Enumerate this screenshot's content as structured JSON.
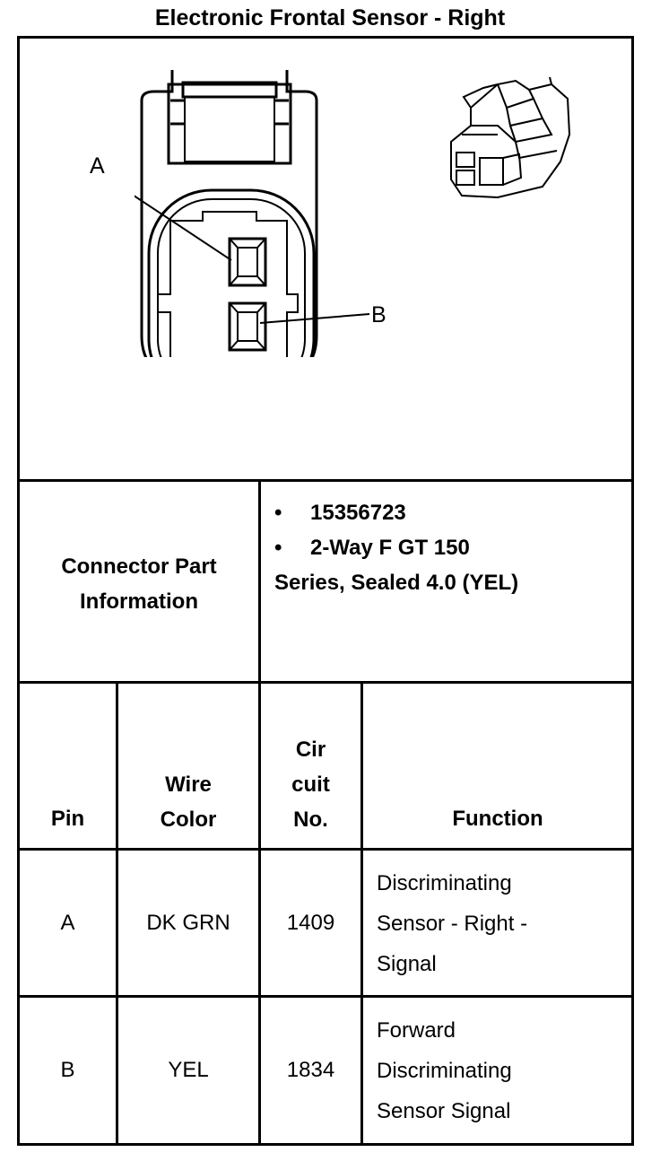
{
  "title": "Electronic Frontal Sensor - Right",
  "diagram": {
    "pin_labels": [
      "A",
      "B"
    ],
    "icons": [
      "connector-face-view",
      "connector-3d-view"
    ]
  },
  "connector_info": {
    "label_line1": "Connector Part",
    "label_line2": "Information",
    "bullet": "•",
    "part_number": "15356723",
    "desc_line1": "2-Way F GT 150",
    "desc_line2": "Series, Sealed 4.0 (YEL)"
  },
  "table": {
    "headers": {
      "pin": "Pin",
      "wire_color_line1": "Wire",
      "wire_color_line2": "Color",
      "circuit_line1": "Cir",
      "circuit_line2": "cuit",
      "circuit_line3": "No.",
      "function": "Function"
    },
    "rows": [
      {
        "pin": "A",
        "wire_color": "DK GRN",
        "circuit": "1409",
        "function_lines": [
          "Discriminating",
          "Sensor - Right -",
          "Signal"
        ]
      },
      {
        "pin": "B",
        "wire_color": "YEL",
        "circuit": "1834",
        "function_lines": [
          "Forward",
          "Discriminating",
          "Sensor Signal"
        ]
      }
    ]
  }
}
